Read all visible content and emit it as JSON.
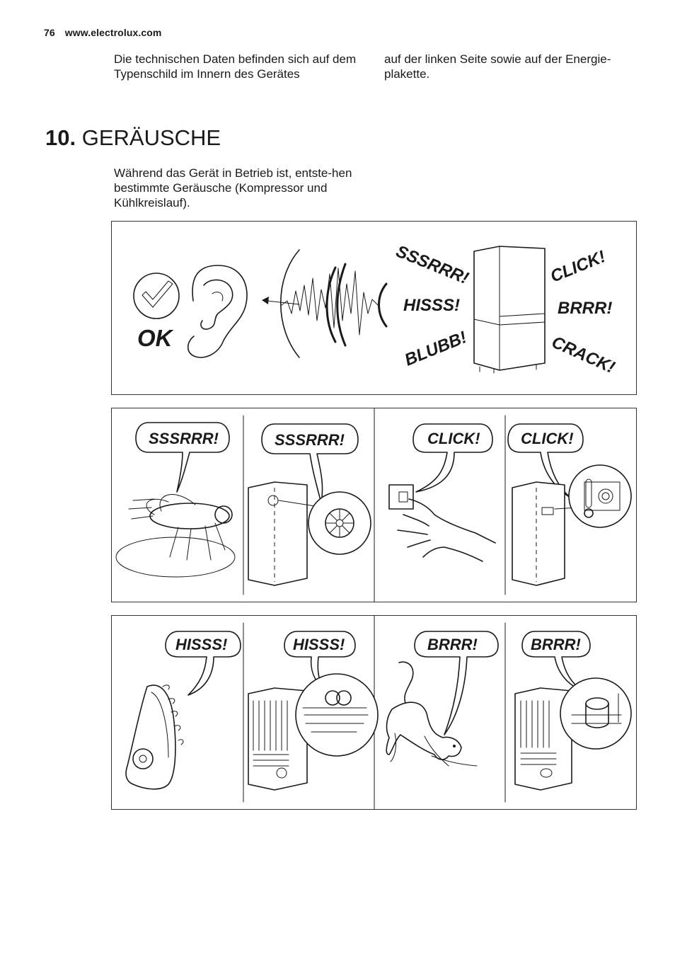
{
  "header": {
    "page_number": "76",
    "site": "www.electrolux.com"
  },
  "intro": {
    "col1": "Die technischen Daten befinden sich auf dem Typenschild im Innern des Gerätes",
    "col2": "auf der linken Seite sowie auf der Energie-plakette."
  },
  "section": {
    "number": "10.",
    "title": "GERÄUSCHE",
    "body": "Während das Gerät in Betrieb ist, entste-hen bestimmte Geräusche (Kompressor und Kühlkreislauf)."
  },
  "panel_top": {
    "ok_label": "OK",
    "sounds": [
      "SSSRRR!",
      "HISSS!",
      "BLUBB!",
      "CLICK!",
      "BRRR!",
      "CRACK!"
    ]
  },
  "panel_middle": {
    "bubbles": [
      "SSSRRR!",
      "SSSRRR!",
      "CLICK!",
      "CLICK!"
    ]
  },
  "panel_bottom": {
    "bubbles": [
      "HISSS!",
      "HISSS!",
      "BRRR!",
      "BRRR!"
    ]
  }
}
